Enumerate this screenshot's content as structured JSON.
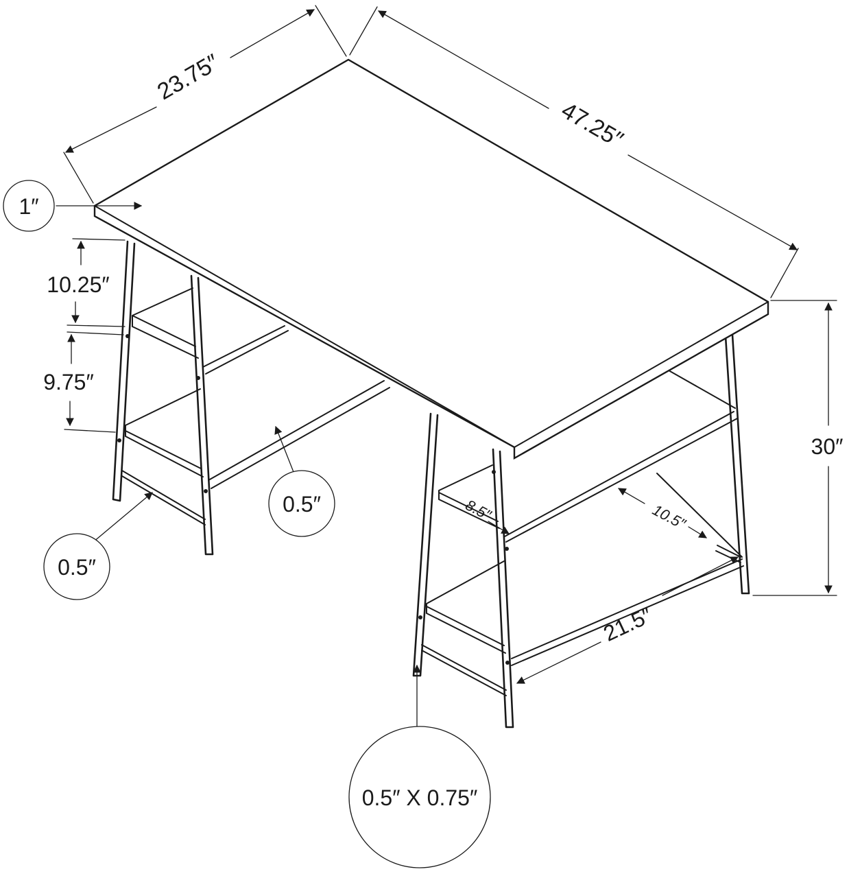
{
  "dimensions": {
    "depth": "23.75″",
    "width": "47.25″",
    "top_thickness": "1″",
    "upper_gap": "10.25″",
    "lower_gap": "9.75″",
    "height": "30″",
    "leg_left_callout": "0.5″",
    "shelf_edge_callout": "0.5″",
    "leg_profile": "0.5″ X 0.75″",
    "small_shelf_depth": "8.5″",
    "small_shelf_width": "10.5″",
    "large_shelf_width": "21.5″"
  },
  "colors": {
    "line": "#1a1a1a",
    "background": "#ffffff"
  }
}
